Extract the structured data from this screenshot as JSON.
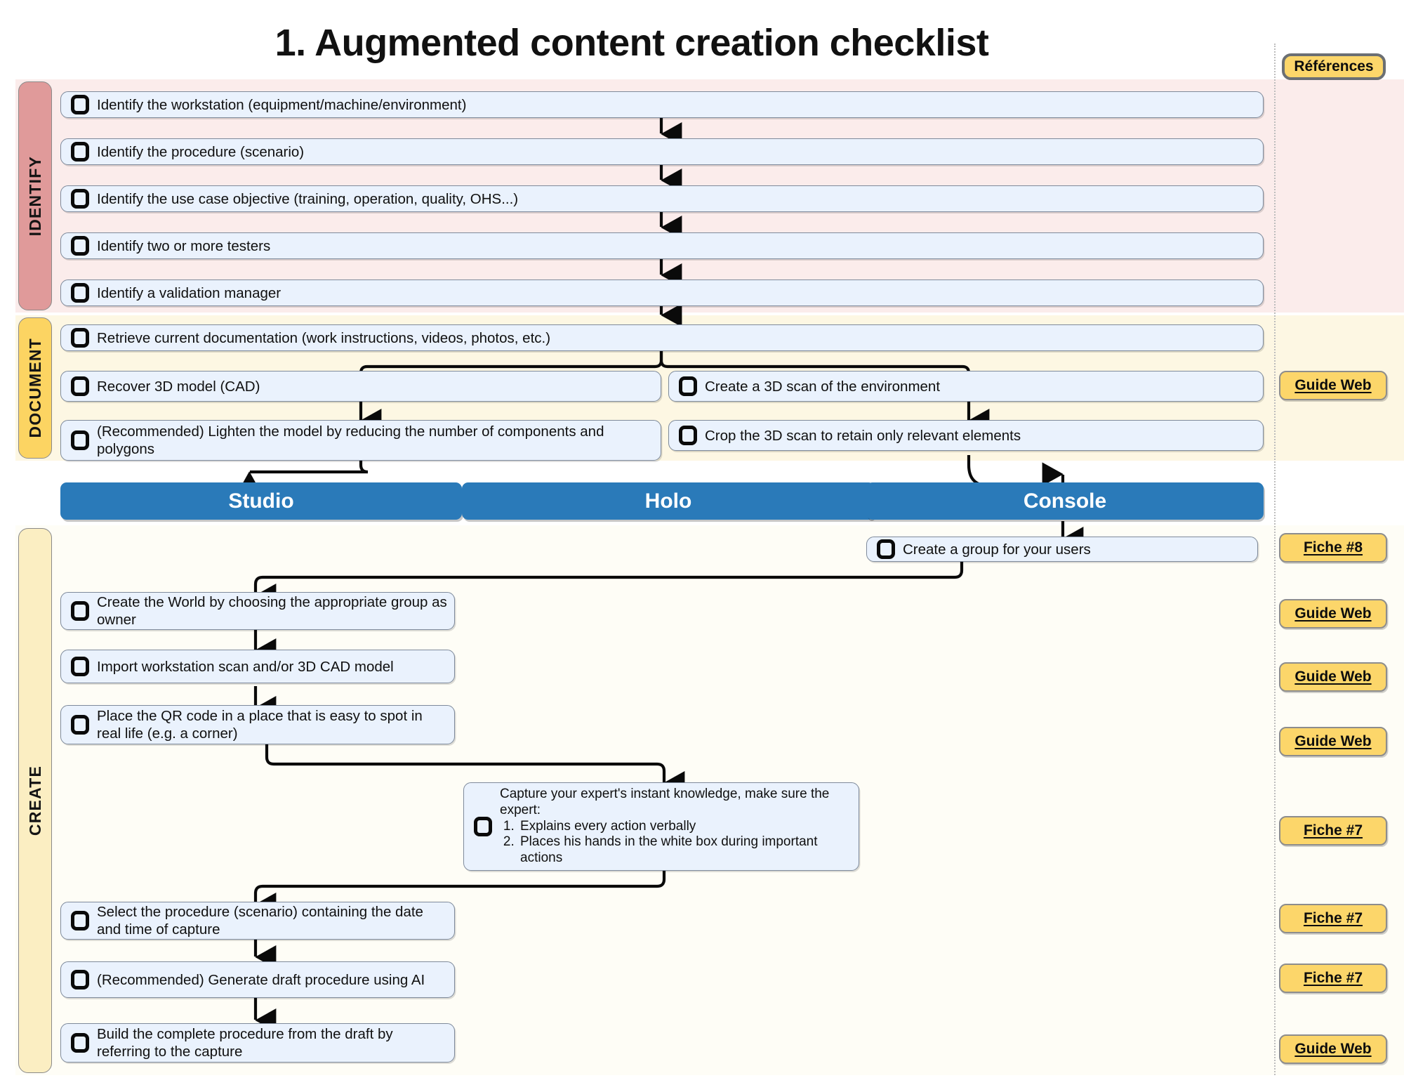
{
  "title": "1. Augmented content creation checklist",
  "references_header": {
    "label": "Références"
  },
  "colors": {
    "identify_band": "#fbeceb",
    "identify_tab": "#e09a9a",
    "document_band": "#fdf7e3",
    "document_tab": "#fcd462",
    "create_band": "#fefdf6",
    "create_tab": "#fbeec2",
    "item_fill": "#eaf2fd",
    "app_tab": "#2a7ab9",
    "badge_fill": "#fcd66a"
  },
  "phases": [
    {
      "key": "identify",
      "label": "IDENTIFY"
    },
    {
      "key": "document",
      "label": "DOCUMENT"
    },
    {
      "key": "create",
      "label": "CREATE"
    }
  ],
  "identify": {
    "items": [
      "Identify the workstation (equipment/machine/environment)",
      "Identify the procedure (scenario)",
      "Identify the use case objective (training, operation, quality, OHS...)",
      "Identify two or more testers",
      "Identify a validation manager"
    ]
  },
  "document": {
    "items": [
      "Retrieve current documentation (work instructions, videos, photos, etc.)",
      "Recover 3D model (CAD)",
      "Create a 3D scan of the environment",
      "(Recommended) Lighten the model by reducing the number of components and polygons",
      "Crop the 3D scan to retain only relevant elements"
    ]
  },
  "app_tabs": [
    {
      "label": "Studio"
    },
    {
      "label": "Holo"
    },
    {
      "label": "Console"
    }
  ],
  "create": {
    "items": [
      "Create a group for your users",
      "Create the World by choosing the appropriate group as owner",
      "Import workstation scan and/or 3D CAD model",
      "Place the QR code in a place that is easy to spot in real life (e.g. a corner)",
      "Select the procedure (scenario) containing the date and time of capture",
      "(Recommended) Generate draft procedure using AI",
      "Build the complete procedure from the draft by referring to the capture"
    ],
    "capture_box": {
      "heading": "Capture your expert's instant knowledge, make sure the expert:",
      "steps": [
        "Explains every action verbally",
        "Places his hands in the white box during important actions"
      ]
    }
  },
  "badges": [
    {
      "label": "Guide Web"
    },
    {
      "label": "Fiche #8"
    },
    {
      "label": "Guide Web"
    },
    {
      "label": "Guide Web"
    },
    {
      "label": "Guide Web"
    },
    {
      "label": "Fiche #7"
    },
    {
      "label": "Fiche #7"
    },
    {
      "label": "Fiche #7"
    },
    {
      "label": "Guide Web"
    }
  ]
}
